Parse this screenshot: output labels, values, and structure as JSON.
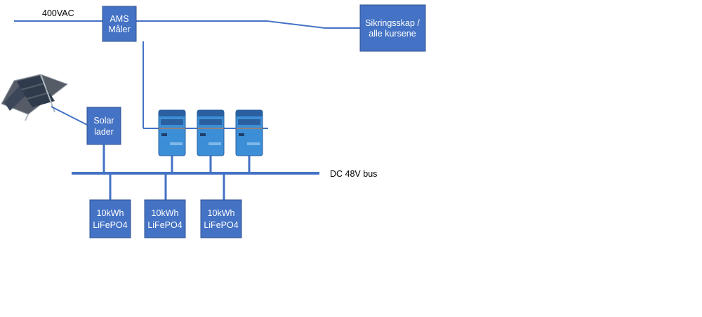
{
  "colors": {
    "line": "#4472C4",
    "box_fill": "#4472C4",
    "box_stroke": "#2F528F",
    "inverter_body": "#3C8FD6",
    "inverter_top": "#2A5FA0"
  },
  "diagram": {
    "grid_label": "400VAC",
    "ams_meter": {
      "line1": "AMS",
      "line2": "Måler"
    },
    "fuse_cabinet": {
      "line1": "Sikringsskap /",
      "line2": "alle kursene"
    },
    "solar_charger": {
      "line1": "Solar",
      "line2": "lader"
    },
    "dc_bus_label": "DC 48V bus",
    "batteries": [
      {
        "line1": "10kWh",
        "line2": "LiFePO4"
      },
      {
        "line1": "10kWh",
        "line2": "LiFePO4"
      },
      {
        "line1": "10kWh",
        "line2": "LiFePO4"
      }
    ],
    "inverter_icon": "victron-inverter-icon",
    "solar_panel_icon": "solar-panel-icon"
  }
}
